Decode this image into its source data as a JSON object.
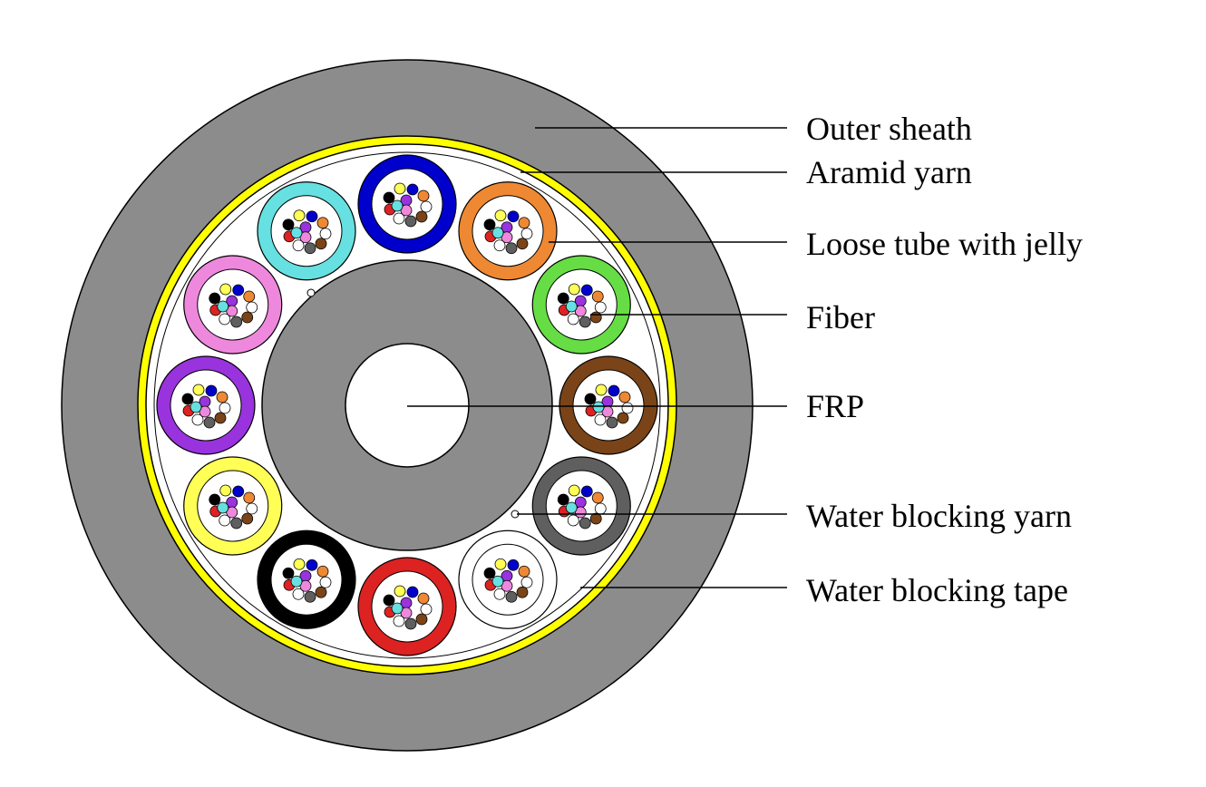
{
  "colors": {
    "sheath": "#8c8c8c",
    "aramid": "#ffff00",
    "core": "#8c8c8c",
    "outline": "#000000",
    "background": "#ffffff"
  },
  "labels": {
    "outer_sheath": "Outer sheath",
    "aramid_yarn": "Aramid yarn",
    "loose_tube": "Loose tube with jelly",
    "fiber": "Fiber",
    "frp": "FRP",
    "water_blocking_yarn": "Water blocking yarn",
    "water_blocking_tape": "Water blocking tape"
  },
  "tube_colors": [
    {
      "name": "blue",
      "hex": "#0000cc"
    },
    {
      "name": "orange",
      "hex": "#ee8833"
    },
    {
      "name": "green",
      "hex": "#66dd44"
    },
    {
      "name": "brown",
      "hex": "#7a4418"
    },
    {
      "name": "slate",
      "hex": "#5f5f5f"
    },
    {
      "name": "white",
      "hex": "#ffffff"
    },
    {
      "name": "red",
      "hex": "#dd2222"
    },
    {
      "name": "black",
      "hex": "#000000"
    },
    {
      "name": "yellow",
      "hex": "#ffff55"
    },
    {
      "name": "violet",
      "hex": "#9933dd"
    },
    {
      "name": "rose",
      "hex": "#ee88dd"
    },
    {
      "name": "aqua",
      "hex": "#66e0e0"
    }
  ],
  "fiber_colors": [
    {
      "name": "blue",
      "hex": "#0000cc"
    },
    {
      "name": "orange",
      "hex": "#ee8833"
    },
    {
      "name": "green",
      "hex": "#66dd44"
    },
    {
      "name": "brown",
      "hex": "#7a4418"
    },
    {
      "name": "slate",
      "hex": "#5f5f5f"
    },
    {
      "name": "white",
      "hex": "#ffffff"
    },
    {
      "name": "red",
      "hex": "#dd2222"
    },
    {
      "name": "black",
      "hex": "#000000"
    },
    {
      "name": "yellow",
      "hex": "#ffff55"
    },
    {
      "name": "violet",
      "hex": "#9933dd"
    },
    {
      "name": "rose",
      "hex": "#ee88dd"
    },
    {
      "name": "aqua",
      "hex": "#66e0e0"
    }
  ]
}
